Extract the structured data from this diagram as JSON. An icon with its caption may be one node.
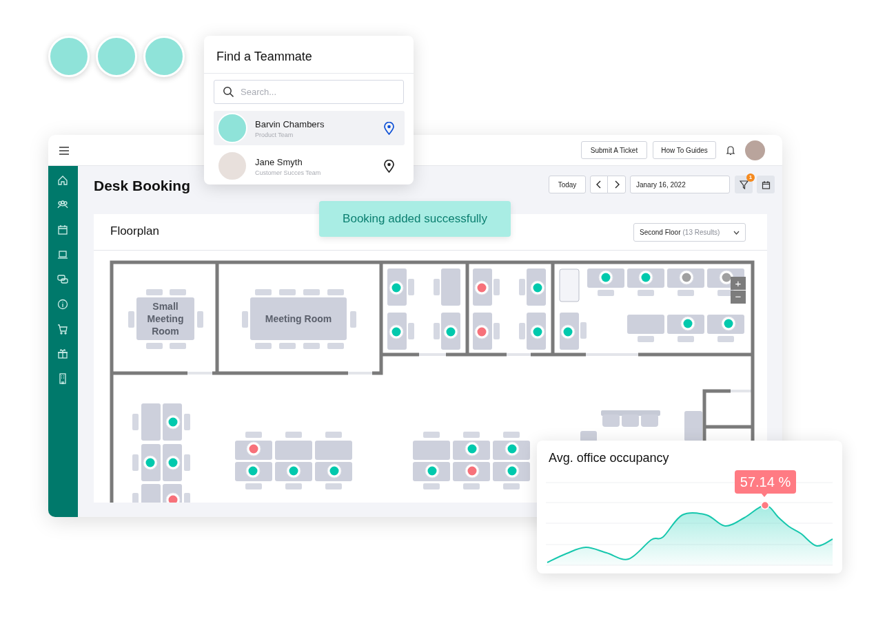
{
  "diagram": {
    "nodes": [
      {
        "text": [
          "Small Meeting Room"
        ]
      },
      {
        "text": [
          "Meeting Room"
        ]
      }
    ],
    "edges": [],
    "labels": [
      "Find a Teammate",
      "Search...",
      "Barvin Chambers",
      "Product Team",
      "Jane Smyth",
      "Customer Succes Team",
      "Submit A Ticket",
      "How To Guides",
      "Desk Booking",
      "Today",
      "Janary 16, 2022",
      "1",
      "Booking added successfully",
      "Floorplan",
      "Second Floor",
      "(13 Results)",
      "+",
      "−",
      "Avg. office occupancy",
      "57.14 %"
    ]
  }
}
